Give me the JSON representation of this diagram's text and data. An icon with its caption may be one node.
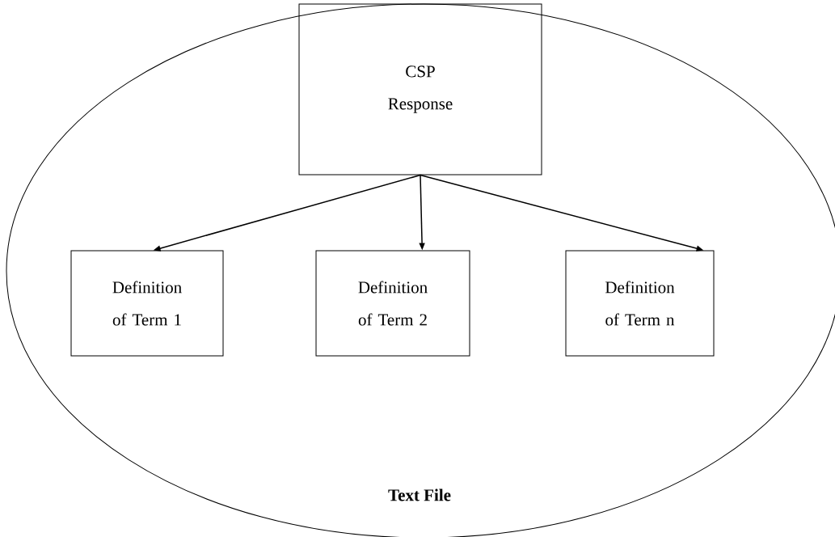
{
  "diagram": {
    "nodes": [
      {
        "text": [
          "Text File"
        ]
      },
      {
        "text": [
          "CSP Response"
        ],
        "in": 0
      },
      {
        "text": [
          "Definition of Term 1"
        ],
        "in": 0
      },
      {
        "text": [
          "Definition of Term 2"
        ],
        "in": 0
      },
      {
        "text": [
          "Definition of Term n"
        ],
        "in": 0
      }
    ],
    "edges": [
      {
        "from": 1,
        "to": 2,
        "arrow": "to"
      },
      {
        "from": 1,
        "to": 3,
        "arrow": "to"
      },
      {
        "from": 1,
        "to": 4,
        "arrow": "to"
      }
    ]
  }
}
